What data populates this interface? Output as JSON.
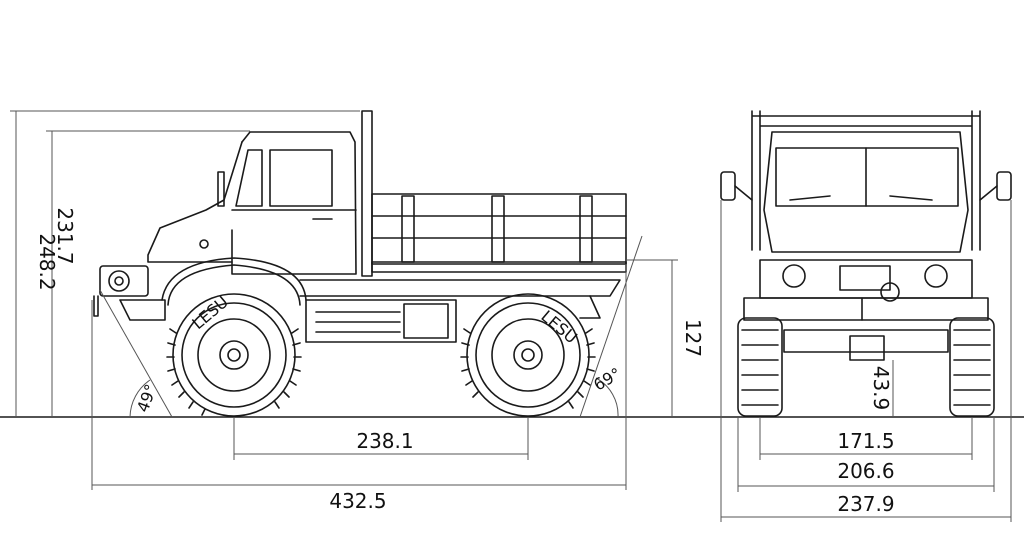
{
  "dimensions": {
    "height_total": "248.2",
    "height_cab": "231.7",
    "wheelbase": "238.1",
    "length_total": "432.5",
    "deck_height": "127",
    "approach_angle": "49°",
    "departure_angle": "69°",
    "ground_clearance": "43.9",
    "track_width": "171.5",
    "width_tires": "206.6",
    "width_total": "237.9"
  },
  "tire_brand": "LESU",
  "colors": {
    "line": "#1a1a1a",
    "dim_line": "#555555"
  }
}
